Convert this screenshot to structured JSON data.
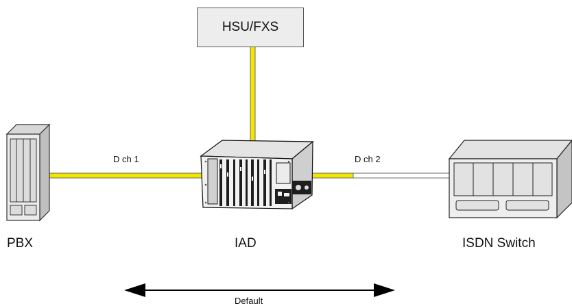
{
  "nodes": {
    "hsu": "HSU/FXS",
    "pbx": "PBX",
    "iad": "IAD",
    "isdn": "ISDN Switch"
  },
  "links": {
    "left": "D ch 1",
    "right": "D ch 2"
  },
  "arrow_label": "Default",
  "colors": {
    "link_yellow": "#f2e600",
    "link_outline": "#6b6b6b",
    "device_fill": "#e6e6e6",
    "device_dark": "#222222"
  },
  "icons": [
    "pbx-rack-icon",
    "iad-chassis-icon",
    "isdn-switch-icon",
    "double-arrow-icon"
  ]
}
